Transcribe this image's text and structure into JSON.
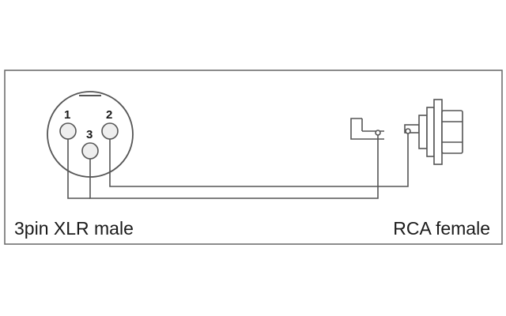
{
  "diagram": {
    "left_connector": {
      "caption": "3pin XLR male",
      "pins": [
        "1",
        "2",
        "3"
      ]
    },
    "right_connector": {
      "caption": "RCA female"
    }
  },
  "colors": {
    "line": "#555555",
    "pin_fill": "#eeeeee",
    "text": "#1a1a1a",
    "background": "#ffffff"
  }
}
